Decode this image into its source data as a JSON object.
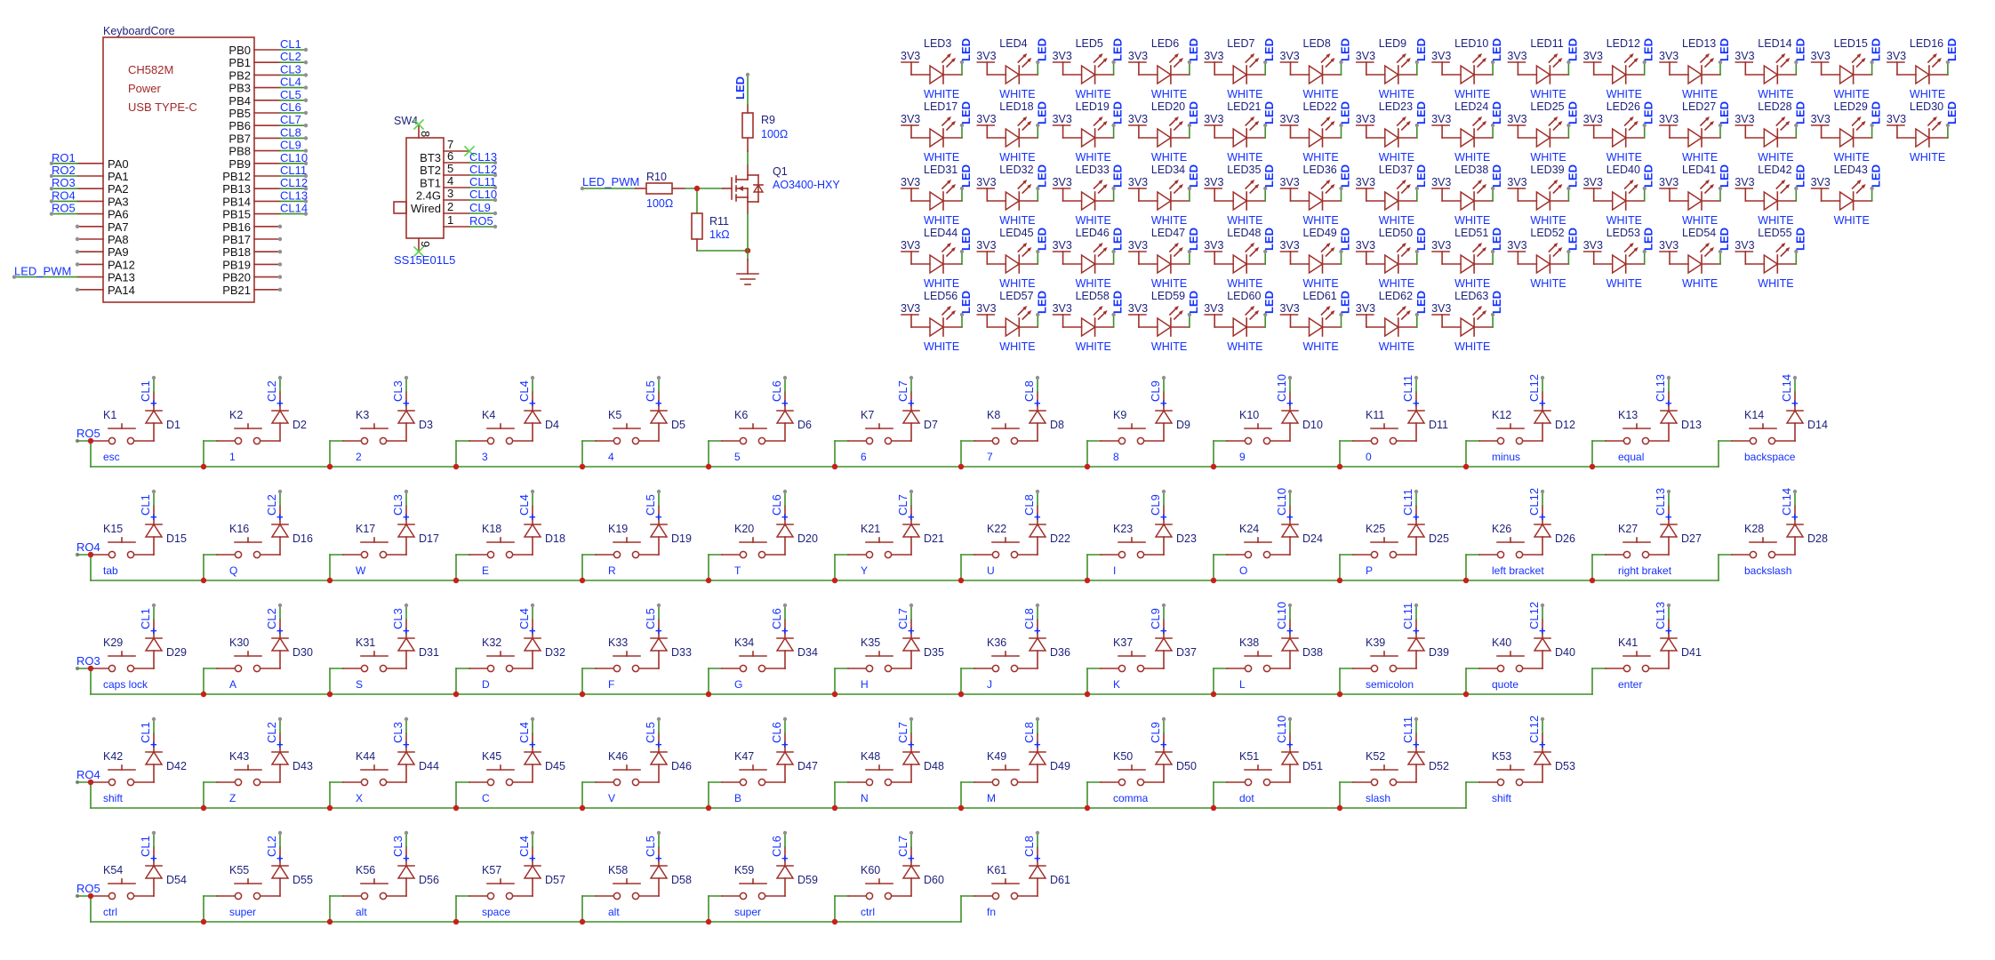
{
  "core": {
    "title": "KeyboardCore",
    "notes": [
      "CH582M",
      "Power",
      "USB TYPE-C"
    ],
    "pb_pins": [
      {
        "name": "PB0",
        "net": "CL1"
      },
      {
        "name": "PB1",
        "net": "CL2"
      },
      {
        "name": "PB2",
        "net": "CL3"
      },
      {
        "name": "PB3",
        "net": "CL4"
      },
      {
        "name": "PB4",
        "net": "CL5"
      },
      {
        "name": "PB5",
        "net": "CL6"
      },
      {
        "name": "PB6",
        "net": "CL7"
      },
      {
        "name": "PB7",
        "net": "CL8"
      },
      {
        "name": "PB8",
        "net": "CL9"
      },
      {
        "name": "PB9",
        "net": "CL10"
      },
      {
        "name": "PB12",
        "net": "CL11"
      },
      {
        "name": "PB13",
        "net": "CL12"
      },
      {
        "name": "PB14",
        "net": "CL13"
      },
      {
        "name": "PB15",
        "net": "CL14"
      },
      {
        "name": "PB16",
        "net": ""
      },
      {
        "name": "PB17",
        "net": ""
      },
      {
        "name": "PB18",
        "net": ""
      },
      {
        "name": "PB19",
        "net": ""
      },
      {
        "name": "PB20",
        "net": ""
      },
      {
        "name": "PB21",
        "net": ""
      }
    ],
    "pa_pins": [
      {
        "name": "PA0",
        "net": "RO1"
      },
      {
        "name": "PA1",
        "net": "RO2"
      },
      {
        "name": "PA2",
        "net": "RO3"
      },
      {
        "name": "PA3",
        "net": "RO4"
      },
      {
        "name": "PA6",
        "net": "RO5"
      },
      {
        "name": "PA7",
        "net": ""
      },
      {
        "name": "PA8",
        "net": ""
      },
      {
        "name": "PA9",
        "net": ""
      },
      {
        "name": "PA12",
        "net": ""
      },
      {
        "name": "PA13",
        "net": "LED_PWM"
      },
      {
        "name": "PA14",
        "net": ""
      }
    ]
  },
  "mode_switch": {
    "ref": "SW4",
    "part": "SS15E01L5",
    "modes": [
      "BT3",
      "BT2",
      "BT1",
      "2.4G",
      "Wired"
    ],
    "top_pin": "8",
    "bottom_pin": "9",
    "pins": [
      {
        "num": "7",
        "net": ""
      },
      {
        "num": "6",
        "net": "CL13"
      },
      {
        "num": "5",
        "net": "CL12"
      },
      {
        "num": "4",
        "net": "CL11"
      },
      {
        "num": "3",
        "net": "CL10"
      },
      {
        "num": "2",
        "net": "CL9"
      },
      {
        "num": "1",
        "net": "RO5"
      }
    ]
  },
  "driver": {
    "input_net": "LED_PWM",
    "output_net": "LED",
    "r10": {
      "ref": "R10",
      "value": "100Ω"
    },
    "r11": {
      "ref": "R11",
      "value": "1kΩ"
    },
    "r9": {
      "ref": "R9",
      "value": "100Ω"
    },
    "q1": {
      "ref": "Q1",
      "part": "AO3400-HXY"
    }
  },
  "leds": {
    "supply": "3V3",
    "net": "LED",
    "color": "WHITE",
    "rows": [
      [
        "LED3",
        "LED4",
        "LED5",
        "LED6",
        "LED7",
        "LED8",
        "LED9",
        "LED10",
        "LED11",
        "LED12",
        "LED13",
        "LED14",
        "LED15",
        "LED16"
      ],
      [
        "LED17",
        "LED18",
        "LED19",
        "LED20",
        "LED21",
        "LED22",
        "LED23",
        "LED24",
        "LED25",
        "LED26",
        "LED27",
        "LED28",
        "LED29",
        "LED30"
      ],
      [
        "LED31",
        "LED32",
        "LED33",
        "LED34",
        "LED35",
        "LED36",
        "LED37",
        "LED38",
        "LED39",
        "LED40",
        "LED41",
        "LED42",
        "LED43"
      ],
      [
        "LED44",
        "LED45",
        "LED46",
        "LED47",
        "LED48",
        "LED49",
        "LED50",
        "LED51",
        "LED52",
        "LED53",
        "LED54",
        "LED55"
      ],
      [
        "LED56",
        "LED57",
        "LED58",
        "LED59",
        "LED60",
        "LED61",
        "LED62",
        "LED63"
      ]
    ]
  },
  "matrix": {
    "plus": "+",
    "rows": [
      {
        "net": "RO5",
        "keys": [
          "K1",
          "K2",
          "K3",
          "K4",
          "K5",
          "K6",
          "K7",
          "K8",
          "K9",
          "K10",
          "K11",
          "K12",
          "K13",
          "K14"
        ],
        "diodes": [
          "D1",
          "D2",
          "D3",
          "D4",
          "D5",
          "D6",
          "D7",
          "D8",
          "D9",
          "D10",
          "D11",
          "D12",
          "D13",
          "D14"
        ],
        "cols": [
          "CL1",
          "CL2",
          "CL3",
          "CL4",
          "CL5",
          "CL6",
          "CL7",
          "CL8",
          "CL9",
          "CL10",
          "CL11",
          "CL12",
          "CL13",
          "CL14"
        ],
        "labels": [
          "esc",
          "1",
          "2",
          "3",
          "4",
          "5",
          "6",
          "7",
          "8",
          "9",
          "0",
          "minus",
          "equal",
          "backspace"
        ]
      },
      {
        "net": "RO4",
        "keys": [
          "K15",
          "K16",
          "K17",
          "K18",
          "K19",
          "K20",
          "K21",
          "K22",
          "K23",
          "K24",
          "K25",
          "K26",
          "K27",
          "K28"
        ],
        "diodes": [
          "D15",
          "D16",
          "D17",
          "D18",
          "D19",
          "D20",
          "D21",
          "D22",
          "D23",
          "D24",
          "D25",
          "D26",
          "D27",
          "D28"
        ],
        "cols": [
          "CL1",
          "CL2",
          "CL3",
          "CL4",
          "CL5",
          "CL6",
          "CL7",
          "CL8",
          "CL9",
          "CL10",
          "CL11",
          "CL12",
          "CL13",
          "CL14"
        ],
        "labels": [
          "tab",
          "Q",
          "W",
          "E",
          "R",
          "T",
          "Y",
          "U",
          "I",
          "O",
          "P",
          "left bracket",
          "right braket",
          "backslash"
        ]
      },
      {
        "net": "RO3",
        "keys": [
          "K29",
          "K30",
          "K31",
          "K32",
          "K33",
          "K34",
          "K35",
          "K36",
          "K37",
          "K38",
          "K39",
          "K40",
          "K41"
        ],
        "diodes": [
          "D29",
          "D30",
          "D31",
          "D32",
          "D33",
          "D34",
          "D35",
          "D36",
          "D37",
          "D38",
          "D39",
          "D40",
          "D41"
        ],
        "cols": [
          "CL1",
          "CL2",
          "CL3",
          "CL4",
          "CL5",
          "CL6",
          "CL7",
          "CL8",
          "CL9",
          "CL10",
          "CL11",
          "CL12",
          "CL13"
        ],
        "labels": [
          "caps lock",
          "A",
          "S",
          "D",
          "F",
          "G",
          "H",
          "J",
          "K",
          "L",
          "semicolon",
          "quote",
          "enter"
        ]
      },
      {
        "net": "RO4",
        "keys": [
          "K42",
          "K43",
          "K44",
          "K45",
          "K46",
          "K47",
          "K48",
          "K49",
          "K50",
          "K51",
          "K52",
          "K53"
        ],
        "diodes": [
          "D42",
          "D43",
          "D44",
          "D45",
          "D46",
          "D47",
          "D48",
          "D49",
          "D50",
          "D51",
          "D52",
          "D53"
        ],
        "cols": [
          "CL1",
          "CL2",
          "CL3",
          "CL4",
          "CL5",
          "CL6",
          "CL7",
          "CL8",
          "CL9",
          "CL10",
          "CL11",
          "CL12"
        ],
        "labels": [
          "shift",
          "Z",
          "X",
          "C",
          "V",
          "B",
          "N",
          "M",
          "comma",
          "dot",
          "slash",
          "shift"
        ]
      },
      {
        "net": "RO5",
        "keys": [
          "K54",
          "K55",
          "K56",
          "K57",
          "K58",
          "K59",
          "K60",
          "K61"
        ],
        "diodes": [
          "D54",
          "D55",
          "D56",
          "D57",
          "D58",
          "D59",
          "D60",
          "D61"
        ],
        "cols": [
          "CL1",
          "CL2",
          "CL3",
          "CL4",
          "CL5",
          "CL6",
          "CL7",
          "CL8"
        ],
        "labels": [
          "ctrl",
          "super",
          "alt",
          "space",
          "alt",
          "super",
          "ctrl",
          "fn"
        ]
      }
    ]
  },
  "colors": {
    "wire": "#a0302a",
    "net_wire": "#3f8f2a",
    "net_label": "#1330ff",
    "ref": "#1c1f7a",
    "pin_end": "#909090",
    "junction": "#c8201c",
    "noconnect": "#5ad24a"
  }
}
